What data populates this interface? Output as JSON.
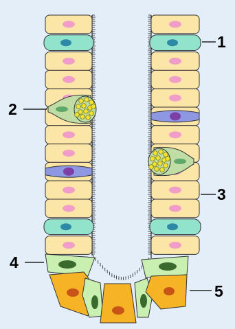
{
  "labels": [
    "1",
    "2",
    "3",
    "4",
    "5"
  ],
  "colors": {
    "background": "#e3eef9",
    "enterocyte": "#fbe6a8",
    "enterocyte_nucleus": "#f09dc8",
    "tuft_cell": "#92e3cb",
    "tuft_nucleus": "#2d8aa6",
    "goblet_cell": "#bfdda5",
    "goblet_granules": "#f2e234",
    "enteroendocrine_cell": "#8d97e2",
    "enteroendocrine_nucleus": "#7c3fa6",
    "paneth_cell": "#f5b325",
    "paneth_nucleus": "#c85417",
    "stem_cell": "#c9efb1",
    "stem_nucleus": "#3b6a2e",
    "outline": "#333333",
    "microvilli": "#222222"
  }
}
